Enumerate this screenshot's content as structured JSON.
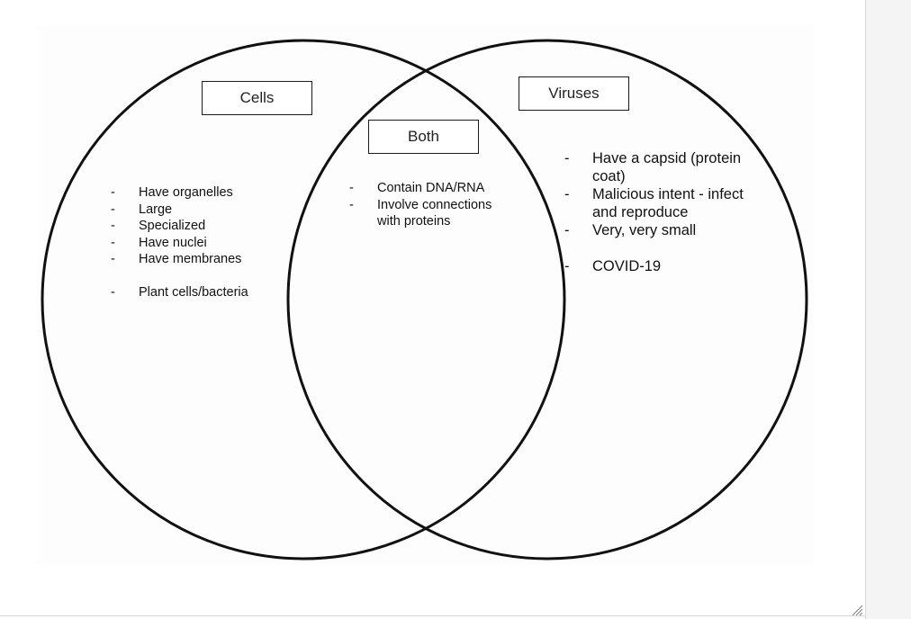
{
  "diagram": {
    "type": "venn",
    "sets": {
      "left": {
        "title": "Cells",
        "items": [
          {
            "text": "Have organelles"
          },
          {
            "text": "Large"
          },
          {
            "text": "Specialized"
          },
          {
            "text": "Have nuclei"
          },
          {
            "text": "Have membranes"
          },
          {
            "text": "Plant cells/bacteria",
            "gap_before": true
          }
        ]
      },
      "overlap": {
        "title": "Both",
        "items": [
          {
            "text": "Contain DNA/RNA"
          },
          {
            "text": "Involve connections with proteins"
          }
        ]
      },
      "right": {
        "title": "Viruses",
        "items": [
          {
            "text": "Have a capsid (protein coat)"
          },
          {
            "text": "Malicious intent - infect and reproduce"
          },
          {
            "text": "Very, very small"
          },
          {
            "text": "COVID-19",
            "gap_before": true
          }
        ]
      }
    },
    "bullet": "-",
    "colors": {
      "outline": "#111111",
      "background": "#ffffff",
      "text": "#111111"
    }
  },
  "ui": {
    "resize_handle_icon": "resize-grip-icon"
  }
}
